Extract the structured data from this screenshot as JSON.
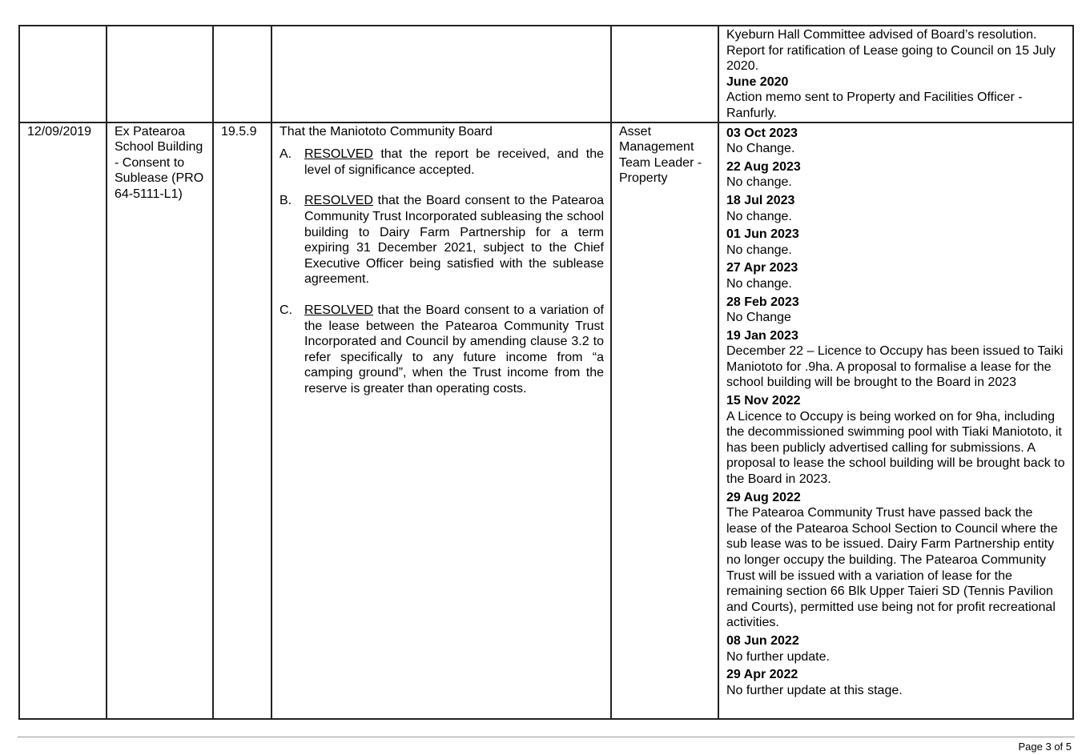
{
  "rows": [
    {
      "status": [
        {
          "text": "Kyeburn Hall Committee advised of Board’s resolution. Report for ratification of Lease going to Council on 15 July 2020."
        },
        {
          "date": "June 2020",
          "text": "Action memo sent to Property and Facilities Officer - Ranfurly."
        }
      ]
    },
    {
      "date": "12/09/2019",
      "subject": "Ex Patearoa School Building - Consent to Sublease (PRO 64-5111-L1)",
      "item": "19.5.9",
      "resolution_intro": "That the Maniototo Community Board",
      "resolutions": [
        {
          "letter": "A.",
          "keyword": "RESOLVED",
          "text": " that the report be received, and the level of significance accepted."
        },
        {
          "letter": "B.",
          "keyword": "RESOLVED",
          "text": " that the Board consent to the Patearoa Community Trust Incorporated subleasing the school building to Dairy Farm Partnership for a term expiring 31 December 2021, subject to the Chief Executive Officer being satisfied with the sublease agreement."
        },
        {
          "letter": "C.",
          "keyword": "RESOLVED",
          "text": " that the Board consent to a variation of the lease between the Patearoa Community Trust Incorporated and Council by amending clause 3.2 to refer specifically to any future income from “a camping ground”, when the Trust income from the reserve is greater than operating costs."
        }
      ],
      "responsible": "Asset Management Team Leader - Property",
      "updates": [
        {
          "date": "03 Oct 2023",
          "text": "No Change."
        },
        {
          "date": "22 Aug 2023",
          "text": "No change."
        },
        {
          "date": "18 Jul 2023",
          "text": "No change."
        },
        {
          "date": "01 Jun 2023",
          "text": "No change."
        },
        {
          "date": "27 Apr 2023",
          "text": "No change."
        },
        {
          "date": "28 Feb 2023",
          "text": "No Change"
        },
        {
          "date": "19 Jan 2023",
          "text": "December 22 – Licence to Occupy has been issued to Taiki Maniototo for .9ha.  A proposal to formalise a lease for the school building will be brought to the Board in 2023"
        },
        {
          "date": "15 Nov 2022",
          "text": "A Licence to Occupy is being worked on for 9ha, including the decommissioned swimming pool with Tiaki Maniototo, it has been publicly advertised calling for submissions. A proposal to lease the school building will be brought back to the Board in 2023."
        },
        {
          "date": "29 Aug 2022",
          "text": "The Patearoa Community Trust have passed back the lease of the Patearoa School Section to Council where the sub lease was to be issued.  Dairy Farm Partnership entity no longer occupy the building. The Patearoa Community Trust will be issued with a variation of lease for the remaining section 66 Blk Upper Taieri SD (Tennis Pavilion and Courts), permitted use being not for profit recreational activities."
        },
        {
          "date": "08 Jun 2022",
          "text": "No further update."
        },
        {
          "date": "29 Apr 2022",
          "text": "No further update at this stage."
        }
      ]
    }
  ],
  "footer": {
    "page": "Page 3 of 5"
  }
}
